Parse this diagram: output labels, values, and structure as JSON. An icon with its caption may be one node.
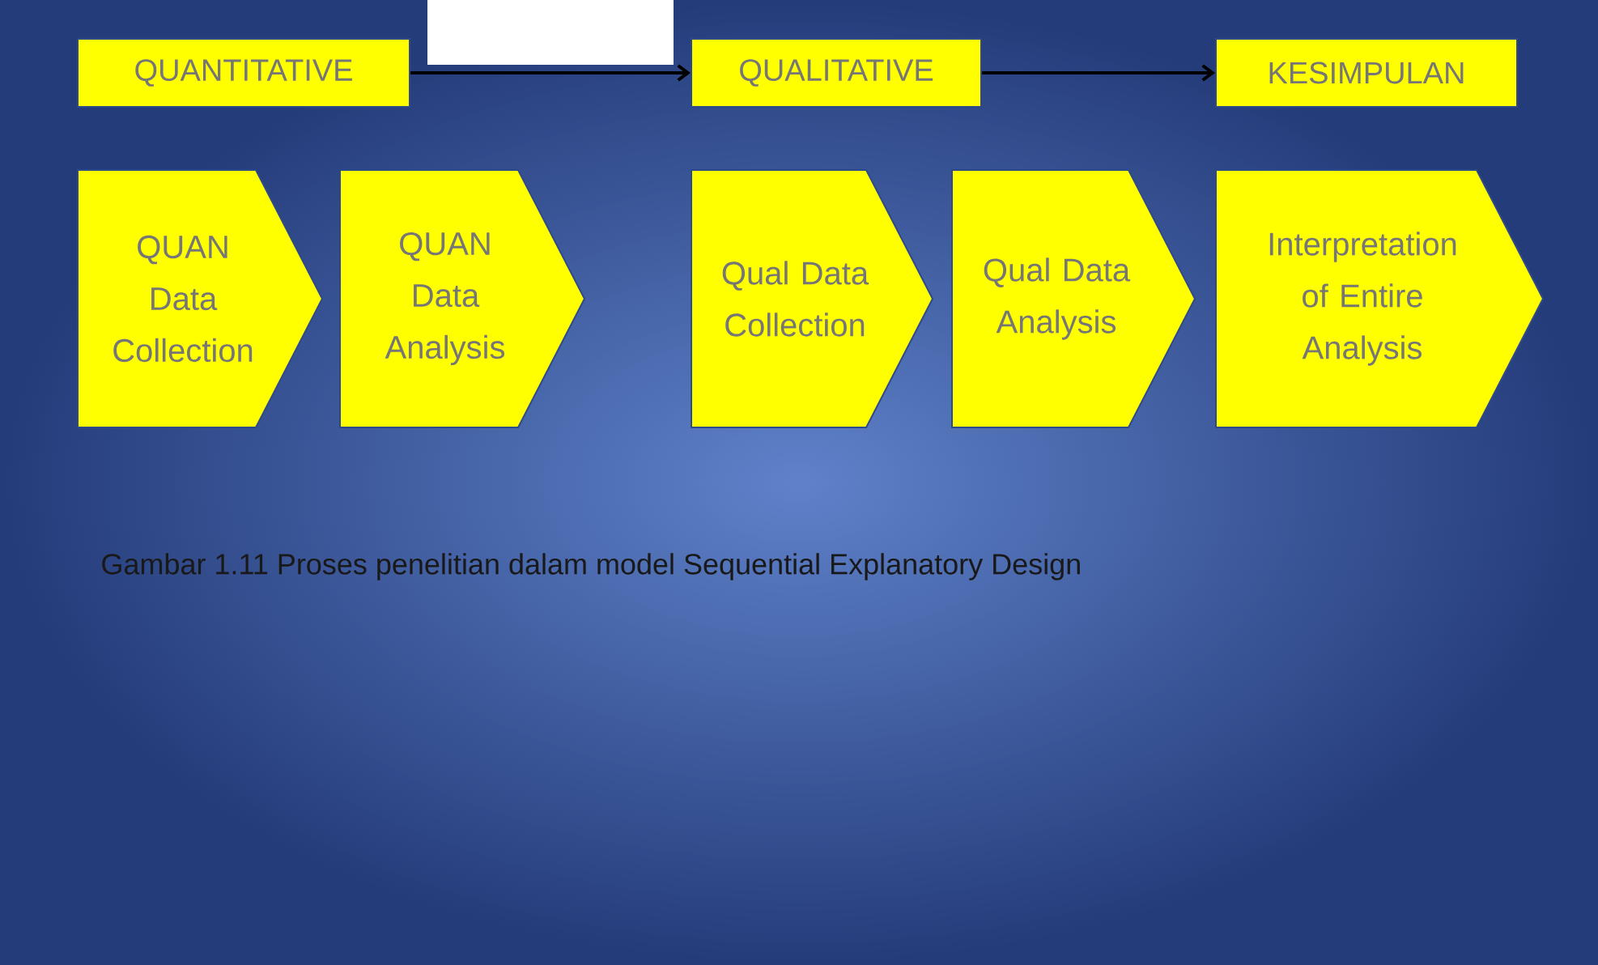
{
  "diagram": {
    "caption": "Gambar 1.11 Proses penelitian dalam model Sequential Explanatory Design",
    "nodes": [
      {
        "text": [
          "QUANTITATIVE"
        ]
      },
      {
        "text": [
          "QUALITATIVE"
        ]
      },
      {
        "text": [
          "KESIMPULAN"
        ]
      },
      {
        "text": [
          "QUAN Data Collection"
        ]
      },
      {
        "text": [
          "QUAN Data Analysis"
        ]
      },
      {
        "text": [
          "Qual Data Collection"
        ]
      },
      {
        "text": [
          "Qual Data Analysis"
        ]
      },
      {
        "text": [
          "Interpretation of Entire Analysis"
        ]
      }
    ],
    "edges": [
      {
        "from": 0,
        "to": 1,
        "arrow": "to"
      },
      {
        "from": 1,
        "to": 2,
        "arrow": "to"
      }
    ]
  }
}
